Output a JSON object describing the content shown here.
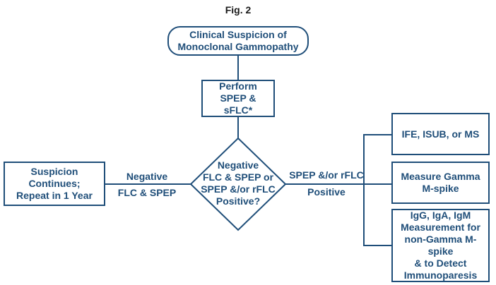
{
  "figure": {
    "title": "Fig. 2"
  },
  "nodes": {
    "start": "Clinical Suspicion of\nMonoclonal Gammopathy",
    "perform": "Perform\nSPEP & sFLC*",
    "decision": "Negative\nFLC & SPEP or\nSPEP &/or rFLC\nPositive?",
    "negative_result": "Suspicion Continues;\nRepeat in 1 Year",
    "ife": "IFE, ISUB, or MS",
    "gamma": "Measure Gamma\nM-spike",
    "igg": "IgG, IgA, IgM\nMeasurement for\nnon-Gamma M-spike\n& to Detect\nImmunoparesis"
  },
  "edges": {
    "negative_top": "Negative",
    "negative_bottom": "FLC & SPEP",
    "positive_top": "SPEP &/or rFLC",
    "positive_bottom": "Positive"
  },
  "colors": {
    "primary": "#1f4e79",
    "background": "#ffffff"
  }
}
